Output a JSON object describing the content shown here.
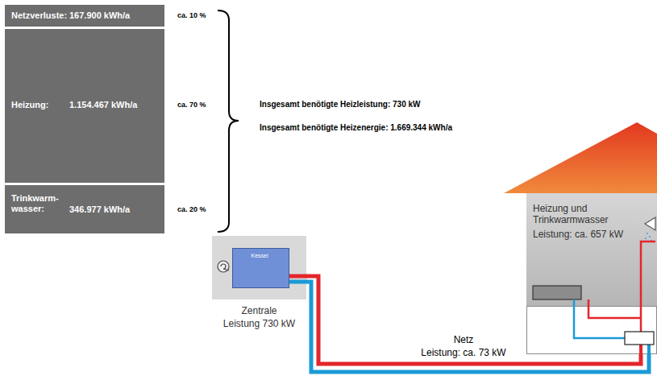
{
  "diagram": {
    "nodes": [
      {
        "text": [
          "Netzverluste:",
          "167.900 kWh/a"
        ]
      },
      {
        "text": [
          "Heizung:",
          "1.154.467 kWh/a"
        ]
      },
      {
        "text": [
          "Trinkwarm- wasser:",
          "346.977 kWh/a"
        ]
      },
      {
        "text": [
          "Zentrale",
          "Leistung 730 kW"
        ]
      },
      {
        "text": [
          "Kessel"
        ],
        "in": 3
      },
      {
        "text": [
          "Heizung und Trinkwarmwasser",
          "Leistung: ca. 657 kW"
        ]
      }
    ],
    "edges": [
      {
        "from": 3,
        "to": 5,
        "arrow": "none",
        "label": "Netz"
      }
    ],
    "labels": [
      "ca. 10 %",
      "ca. 70 %",
      "ca. 20 %",
      "Insgesamt benötigte Heizleistung: 730 kW",
      "Insgesamt benötigte Heizenergie: 1.669.344 kWh/a",
      "Leistung: ca. 73 kW"
    ]
  }
}
